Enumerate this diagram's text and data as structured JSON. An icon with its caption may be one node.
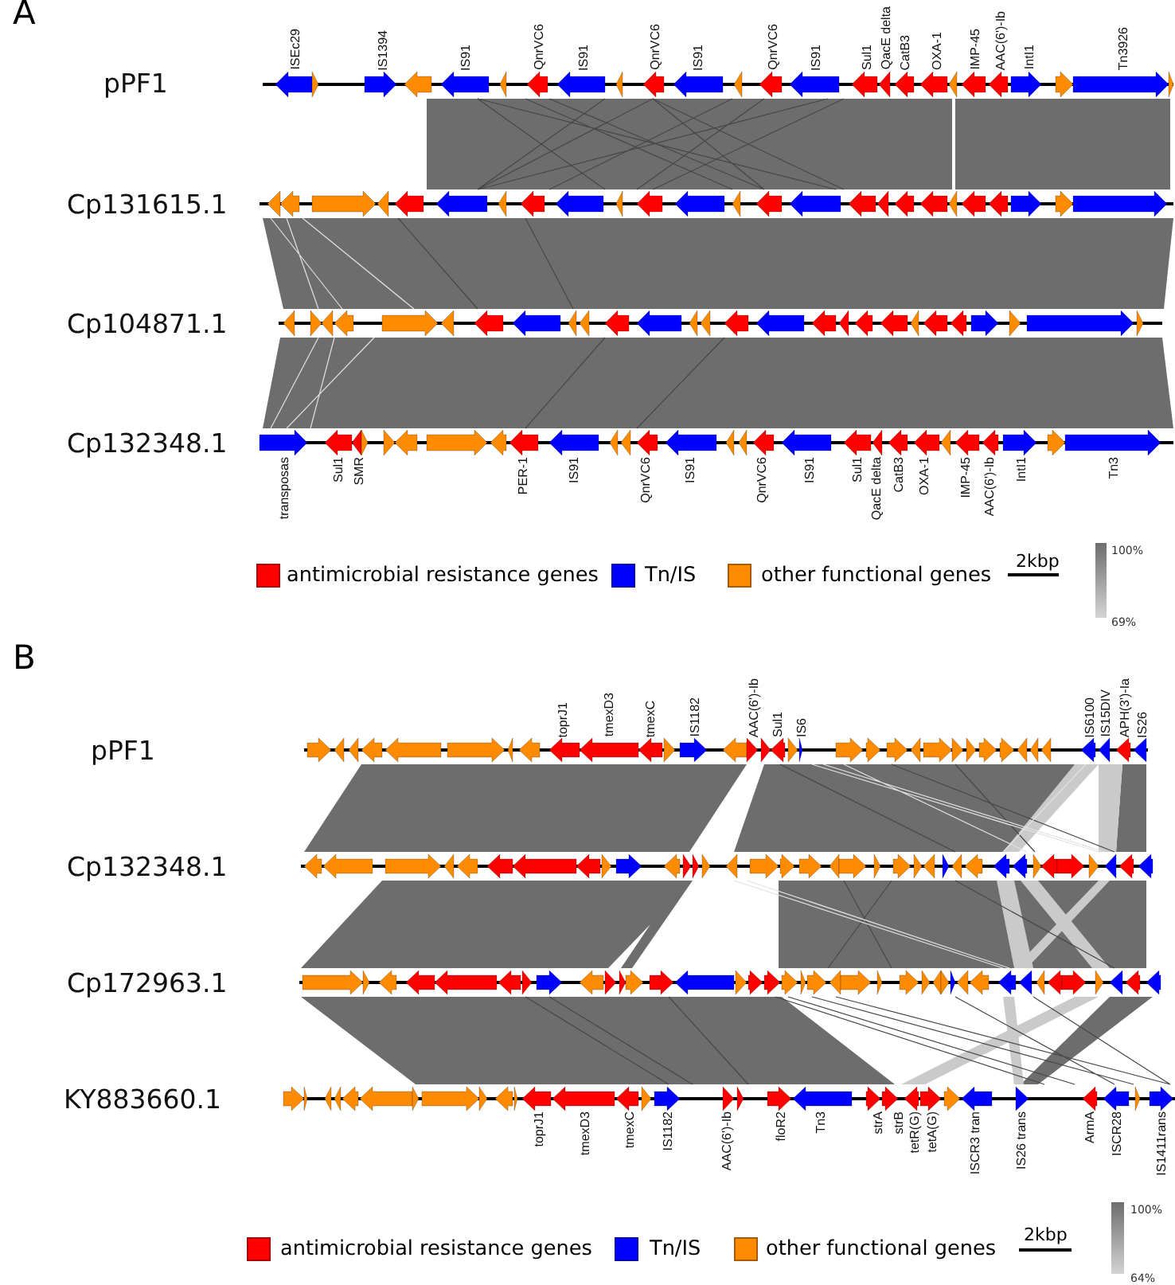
{
  "diagram": {
    "labels": [
      "A",
      "ISEc29",
      "IS1394",
      "IS91",
      "QnrVC6",
      "IS91",
      "QnrVC6",
      "IS91",
      "QnrVC6",
      "IS91",
      "Sul1",
      "QacE delta",
      "CatB3",
      "OXA-1",
      "IMP-45",
      "AAC(6')-Ib",
      "IntI1",
      "Tn3926",
      "pPF1",
      "Cp131615.1",
      "Cp104871.1",
      "Cp132348.1",
      "transposas",
      "Sul1",
      "SMR",
      "PER-1",
      "IS91",
      "QnrVC6",
      "IS91",
      "QnrVC6",
      "IS91",
      "Sul1",
      "QacE delta",
      "CatB3",
      "OXA-1",
      "IMP-45",
      "AAC(6')-Ib",
      "IntI1",
      "Tn3",
      "2kbp",
      "100%",
      "69%",
      "B",
      "toprJ1",
      "tmexD3",
      "tmexC",
      "IS1182",
      "AAC(6')-Ib",
      "Sul1",
      "IS6",
      "IS6100",
      "IS15DIV",
      "APH(3')-Ia",
      "IS26",
      "pPF1",
      "Cp132348.1",
      "Cp172963.1",
      "KY883660.1",
      "toprJ1",
      "tmexD3",
      "tmexC",
      "IS1182",
      "AAC(6')-Ib",
      "floR2",
      "Tn3",
      "strA",
      "strB",
      "tetR(G)",
      "tetA(G)",
      "ISCR3 tran",
      "IS26 trans",
      "ArmA",
      "ISCR28",
      "IS1411rans",
      "2kbp",
      "100%",
      "64%"
    ],
    "legend": [
      {
        "text": "antimicrobial resistance genes",
        "color": "#ff0000"
      },
      {
        "text": "Tn/IS",
        "color": "#0000ff"
      },
      {
        "text": "other functional genes",
        "color": "#ff8c00"
      },
      {
        "text": "antimicrobial resistance genes",
        "color": "#ff0000"
      },
      {
        "text": "Tn/IS",
        "color": "#0000ff"
      },
      {
        "text": "other functional genes",
        "color": "#ff8c00"
      }
    ]
  }
}
